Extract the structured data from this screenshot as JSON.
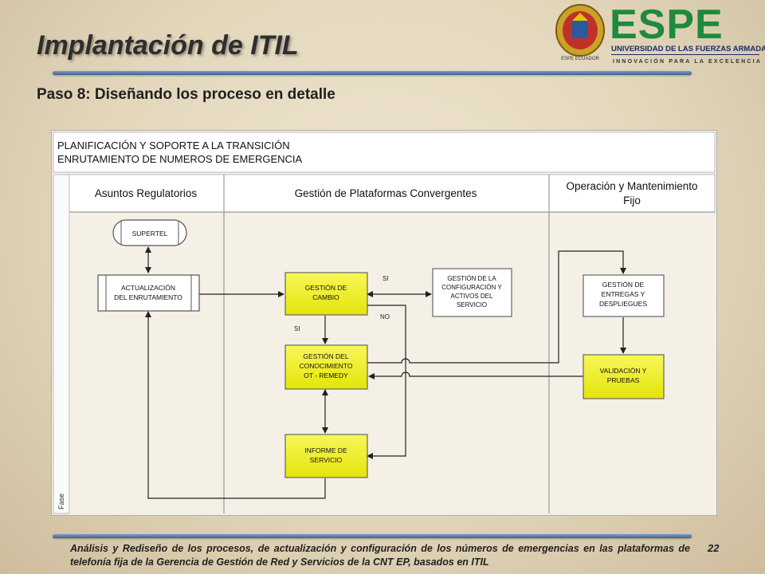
{
  "slide": {
    "title": "Implantación de ITIL",
    "subtitle": "Paso 8: Diseñando los proceso en detalle",
    "page_number": "22",
    "footer": "Análisis y Rediseño de los procesos, de actualización y configuración de los números de emergencias en las plataformas de telefonía fija de la Gerencia de Gestión de Red y Servicios de la CNT EP, basados en ITIL"
  },
  "logo": {
    "name": "ESPE",
    "line1": "UNIVERSIDAD DE LAS FUERZAS ARMADAS",
    "line2": "INNOVACIÓN PARA LA EXCELENCIA",
    "seal_text": "ESPE ECUADOR",
    "brand_color": "#1f8a3c"
  },
  "diagram": {
    "header_line1": "PLANIFICACIÓN Y SOPORTE A LA TRANSICIÓN",
    "header_line2": "ENRUTAMIENTO DE NUMEROS DE EMERGENCIA",
    "phase_label": "Fase",
    "lanes": [
      {
        "label": "Asuntos Regulatorios"
      },
      {
        "label": "Gestión de Plataformas Convergentes"
      },
      {
        "label_line1": "Operación y Mantenimiento",
        "label_line2": "Fijo"
      }
    ],
    "nodes": {
      "supertel": "SUPERTEL",
      "actualizacion": [
        "ACTUALIZACIÓN",
        "DEL ENRUTAMIENTO"
      ],
      "cambio": [
        "GESTIÓN DE",
        "CAMBIO"
      ],
      "configuracion": [
        "GESTIÓN DE LA",
        "CONFIGURACIÓN Y",
        "ACTIVOS DEL",
        "SERVICIO"
      ],
      "conocimiento": [
        "GESTIÓN DEL",
        "CONOCIMIENTO",
        "OT - REMEDY"
      ],
      "informe": [
        "INFORME DE",
        "SERVICIO"
      ],
      "entregas": [
        "GESTIÓN DE",
        "ENTREGAS Y",
        "DESPLIEGUES"
      ],
      "validacion": [
        "VALIDACIÓN Y",
        "PRUEBAS"
      ]
    },
    "labels": {
      "si_right": "SI",
      "no": "NO",
      "si_down": "SI"
    },
    "colors": {
      "decision_fill": "#f2f21a",
      "process_fill": "#ffffff",
      "lane_bg": "#f4f0e6"
    }
  }
}
